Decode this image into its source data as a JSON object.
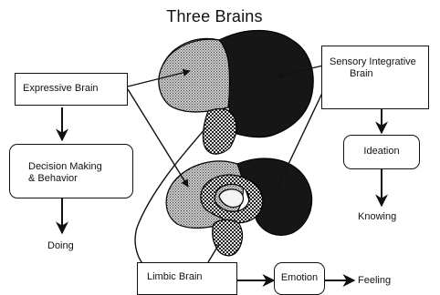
{
  "title": "Three Brains",
  "boxes": {
    "expressive": "Expressive Brain",
    "sensory_line1": "Sensory Integrative",
    "sensory_line2": "Brain",
    "decision_line1": "Decision Making",
    "decision_line2": "& Behavior",
    "ideation": "Ideation",
    "limbic": "Limbic Brain",
    "emotion": "Emotion"
  },
  "outcomes": {
    "doing": "Doing",
    "knowing": "Knowing",
    "feeling": "Feeling"
  }
}
